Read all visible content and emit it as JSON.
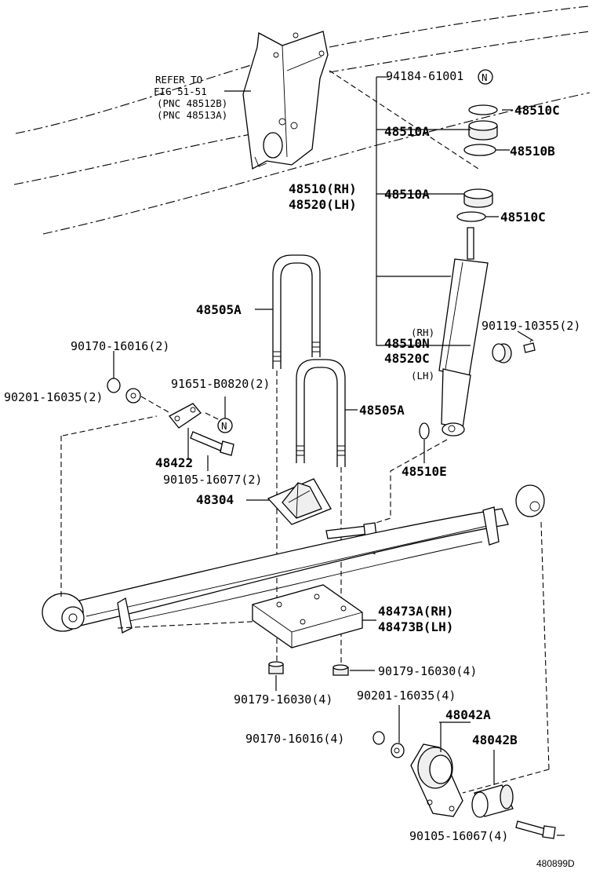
{
  "refer": {
    "line1": "REFER TO",
    "line2": "FIG 51-51",
    "line3": "(PNC 48512B)",
    "line4": "(PNC 48513A)"
  },
  "labels": {
    "p94184": "94184-61001",
    "p48510C_top": "48510C",
    "p48510A_top": "48510A",
    "p48510B": "48510B",
    "p48510rh": "48510(RH)",
    "p48520lh": "48520(LH)",
    "p48510A_mid": "48510A",
    "p48510C_mid": "48510C",
    "p48505A_top": "48505A",
    "p90119": "90119-10355(2)",
    "rh_small": "(RH)",
    "p48510N": "48510N",
    "p48520C": "48520C",
    "lh_small": "(LH)",
    "p90170_top": "90170-16016(2)",
    "p90201_top": "90201-16035(2)",
    "p91651": "91651-B0820(2)",
    "p48505A_bot": "48505A",
    "p48422": "48422",
    "p90105_77": "90105-16077(2)",
    "p48510E": "48510E",
    "p48304": "48304",
    "p48473A": "48473A(RH)",
    "p48473B": "48473B(LH)",
    "p90179_right": "90179-16030(4)",
    "p90179_left": "90179-16030(4)",
    "p90201_bot": "90201-16035(4)",
    "p48042A": "48042A",
    "p90170_bot": "90170-16016(4)",
    "p48042B": "48042B",
    "p90105_67": "90105-16067(4)"
  },
  "markers": {
    "n": "N"
  },
  "figure_id": "480899D"
}
